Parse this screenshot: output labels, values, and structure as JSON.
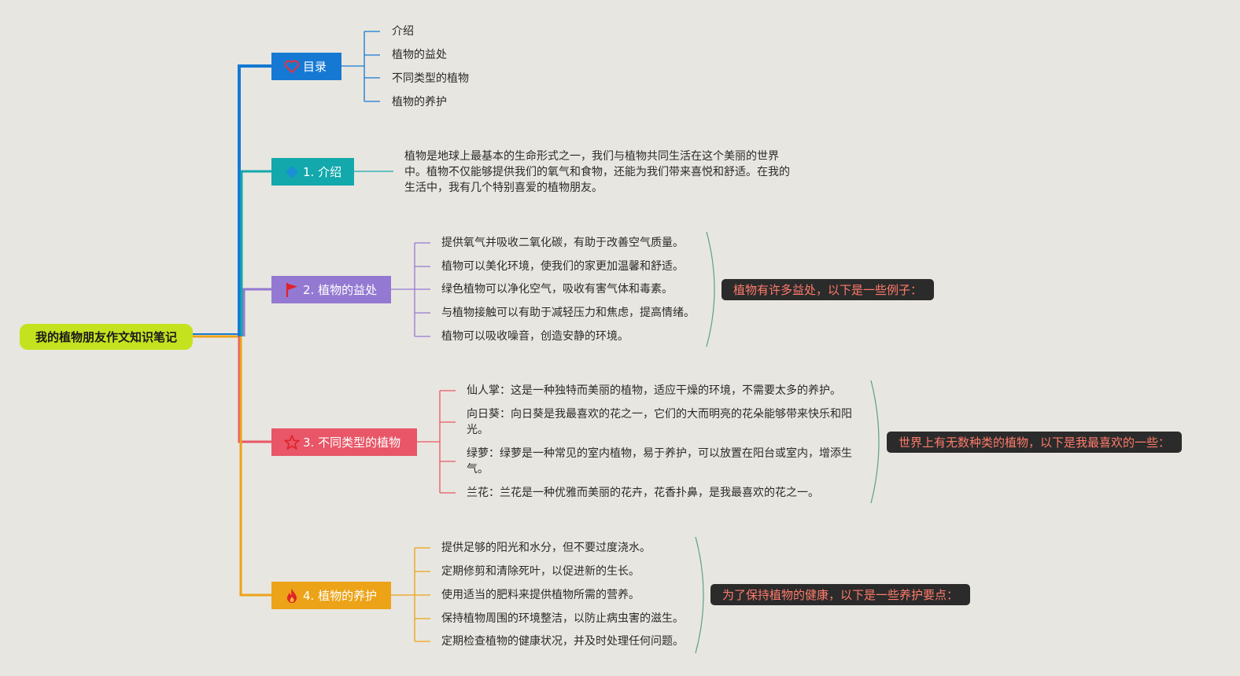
{
  "root": {
    "label": "我的植物朋友作文知识笔记"
  },
  "branches": [
    {
      "label": "目录",
      "color": "#1579d4",
      "icon": "heart-icon",
      "items": [
        "介绍",
        "植物的益处",
        "不同类型的植物",
        "植物的养护"
      ]
    },
    {
      "label": "1. 介绍",
      "color": "#13a8ac",
      "icon": "info-icon",
      "paragraph": "植物是地球上最基本的生命形式之一，我们与植物共同生活在这个美丽的世界中。植物不仅能够提供我们的氧气和食物，还能为我们带来喜悦和舒适。在我的生活中，我有几个特别喜爱的植物朋友。"
    },
    {
      "label": "2. 植物的益处",
      "color": "#9479d2",
      "icon": "flag-icon",
      "items": [
        "提供氧气并吸收二氧化碳，有助于改善空气质量。",
        "植物可以美化环境，使我们的家更加温馨和舒适。",
        "绿色植物可以净化空气，吸收有害气体和毒素。",
        "与植物接触可以有助于减轻压力和焦虑，提高情绪。",
        "植物可以吸收噪音，创造安静的环境。"
      ],
      "summary": "植物有许多益处，以下是一些例子："
    },
    {
      "label": "3. 不同类型的植物",
      "color": "#e85667",
      "icon": "star-icon",
      "items": [
        "仙人掌：这是一种独特而美丽的植物，适应干燥的环境，不需要太多的养护。",
        "向日葵：向日葵是我最喜欢的花之一，它们的大而明亮的花朵能够带来快乐和阳光。",
        "绿萝：绿萝是一种常见的室内植物，易于养护，可以放置在阳台或室内，增添生气。",
        "兰花：兰花是一种优雅而美丽的花卉，花香扑鼻，是我最喜欢的花之一。"
      ],
      "summary": "世界上有无数种类的植物，以下是我最喜欢的一些："
    },
    {
      "label": "4. 植物的养护",
      "color": "#eca317",
      "icon": "fire-icon",
      "items": [
        "提供足够的阳光和水分，但不要过度浇水。",
        "定期修剪和清除死叶，以促进新的生长。",
        "使用适当的肥料来提供植物所需的营养。",
        "保持植物周围的环境整洁，以防止病虫害的滋生。",
        "定期检查植物的健康状况，并及时处理任何问题。"
      ],
      "summary": "为了保持植物的健康，以下是一些养护要点："
    }
  ],
  "colors": {
    "root_fill": "#c5e21f",
    "background": "#e8e6e0",
    "summary_fill": "#2b2b2b",
    "summary_text": "#ff7b6b",
    "summary_bracket": "#5aa37e"
  }
}
